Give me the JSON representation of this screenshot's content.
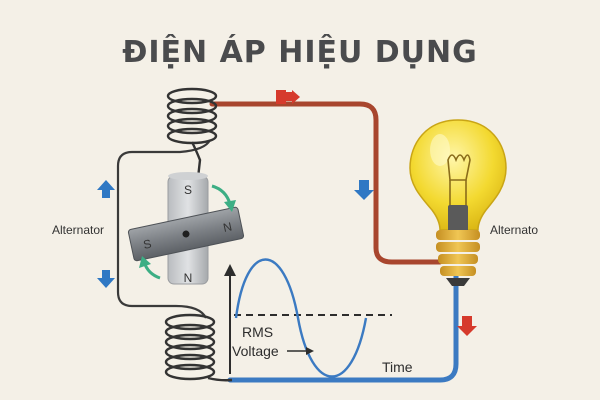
{
  "title": "ĐIỆN ÁP HIỆU DỤNG",
  "labels": {
    "left": "Alternator",
    "right": "Alternato",
    "rms_line1": "RMS",
    "rms_line2": "Voltage",
    "time": "Time"
  },
  "magnet": {
    "vertical_top": "S",
    "vertical_bottom": "N",
    "bar_left": "S",
    "bar_right": "N"
  },
  "colors": {
    "background": "#f4f0e7",
    "wire_top": "#a8462e",
    "wire_bottom": "#3b7ac2",
    "arrow_red": "#d63a2c",
    "arrow_blue": "#2f78c4",
    "rotation_arrow": "#3cae84",
    "coil": "#3a3a3a",
    "bulb_glass": "#f3d930",
    "bulb_base": "#e4b33e"
  },
  "icons": [
    "coil-icon",
    "magnet-icon",
    "light-bulb-icon",
    "arrow-icon",
    "sine-wave-icon"
  ]
}
